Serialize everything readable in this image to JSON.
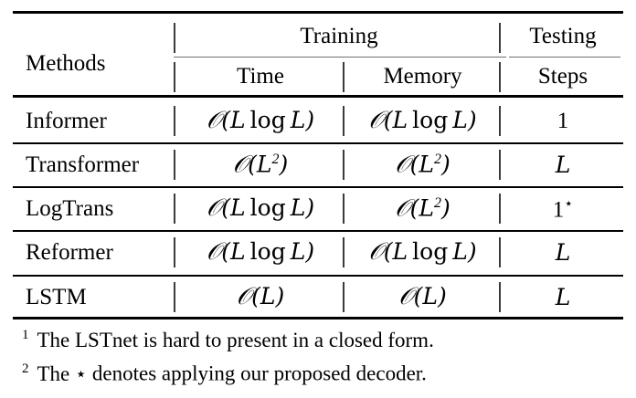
{
  "table": {
    "caption_present": false,
    "header": {
      "row_label": "Methods",
      "group_training": "Training",
      "group_testing": "Testing",
      "sub_time": "Time",
      "sub_memory": "Memory",
      "sub_steps": "Steps"
    },
    "separator_glyph": "|",
    "columns": [
      "Methods",
      "Time",
      "Memory",
      "Steps"
    ],
    "rows": [
      {
        "method": "Informer",
        "training_time": "O(L log L)",
        "training_memory": "O(L log L)",
        "testing_steps": "1"
      },
      {
        "method": "Transformer",
        "training_time": "O(L^2)",
        "training_memory": "O(L^2)",
        "testing_steps": "L"
      },
      {
        "method": "LogTrans",
        "training_time": "O(L log L)",
        "training_memory": "O(L^2)",
        "testing_steps": "1*"
      },
      {
        "method": "Reformer",
        "training_time": "O(L log L)",
        "training_memory": "O(L log L)",
        "testing_steps": "L"
      },
      {
        "method": "LSTM",
        "training_time": "O(L)",
        "training_memory": "O(L)",
        "testing_steps": "L"
      }
    ],
    "footnotes": [
      {
        "mark": "1",
        "text": "The LSTnet is hard to present in a closed form."
      },
      {
        "mark": "2",
        "text_before": "The",
        "symbol": "⋆",
        "text_after": "denotes applying our proposed decoder."
      }
    ]
  },
  "colors": {
    "rule": "#000000",
    "cmidrule": "#6f6f6f",
    "pipe": "#3b3b3b",
    "text": "#000000",
    "background": "#ffffff"
  }
}
